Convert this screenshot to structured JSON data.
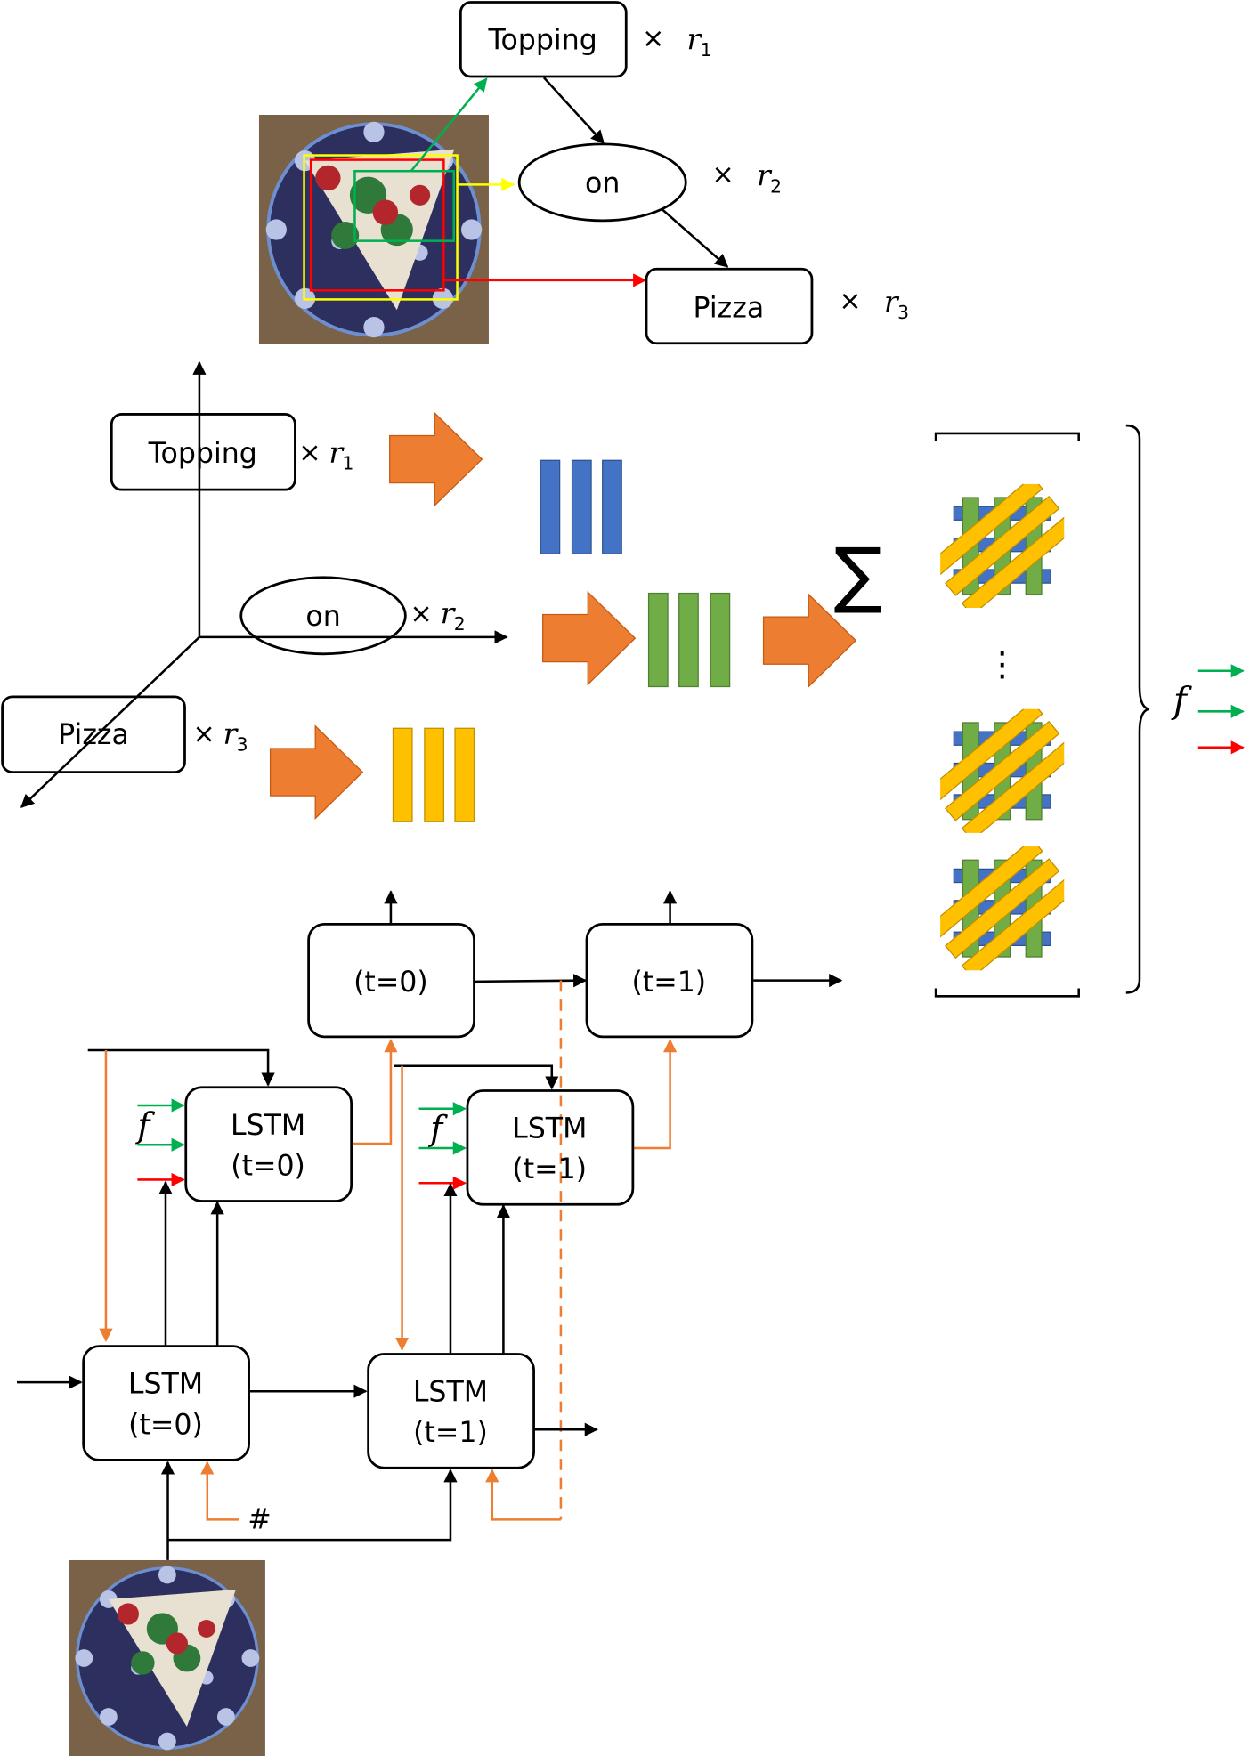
{
  "colors": {
    "orange": "#ED7D31",
    "blue_bars": "#4472C4",
    "green_bars": "#70AD47",
    "yellow_bars": "#FFC000",
    "green_arrow": "#00B050",
    "red_arrow": "#FF0000",
    "yellow_arrow": "#FFFF00"
  },
  "top_graph": {
    "topping": "Topping",
    "on": "on",
    "pizza": "Pizza",
    "times": "×",
    "r1": "r",
    "r1_sub": "1",
    "r2": "r",
    "r2_sub": "2",
    "r3": "r",
    "r3_sub": "3"
  },
  "axes_graph": {
    "topping": "Topping",
    "on": "on",
    "pizza": "Pizza",
    "times": "×",
    "r1_sub": "1",
    "r2_sub": "2",
    "r3_sub": "3",
    "r": "r"
  },
  "sum_symbol": "∑",
  "ellipsis": "⋮",
  "f_label": "f",
  "decoder": {
    "t0": "(t=0)",
    "t1": "(t=1)"
  },
  "lstm_upper": {
    "label": "LSTM",
    "t0": "(t=0)",
    "t1": "(t=1)"
  },
  "lstm_lower": {
    "label": "LSTM",
    "t0": "(t=0)",
    "t1": "(t=1)"
  },
  "hash": "#",
  "icons": [
    "pizza-photo",
    "weave-feature-icon",
    "big-orange-arrow",
    "summation-icon",
    "brace-icon"
  ]
}
